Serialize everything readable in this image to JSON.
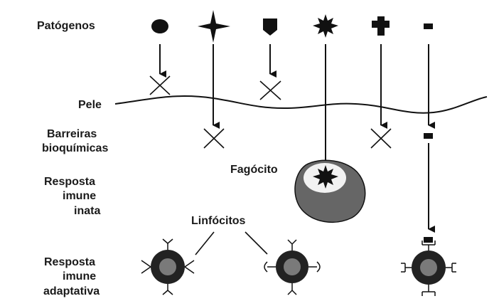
{
  "labels": {
    "patogenos": "Patógenos",
    "pele": "Pele",
    "barreiras_1": "Barreiras",
    "barreiras_2": "bioquímicas",
    "inata_1": "Resposta",
    "inata_2": "imune",
    "inata_3": "inata",
    "adapt_1": "Resposta",
    "adapt_2": "imune",
    "adapt_3": "adaptativa",
    "fagocito": "Fagócito",
    "linfocitos": "Linfócitos"
  },
  "pathogens": [
    "circle",
    "four-point-star",
    "pentagon",
    "eight-point-star",
    "cross",
    "rectangle"
  ],
  "colors": {
    "ink": "#111111",
    "phagocyte_outer": "#666666",
    "phagocyte_inner": "#f2f2f2",
    "lymph_ring": "#222222",
    "lymph_core": "#7a7a7a"
  }
}
